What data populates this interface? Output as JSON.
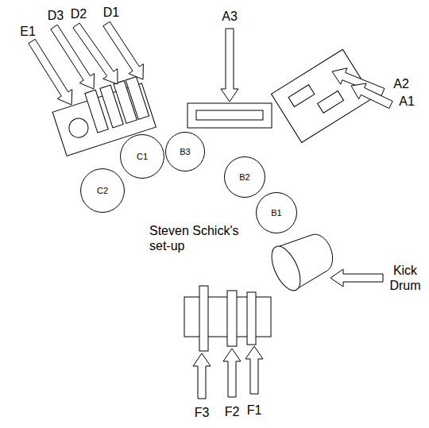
{
  "diagram": {
    "nodes": [
      {
        "text": [
          "B3"
        ]
      },
      {
        "text": [
          "C1"
        ]
      },
      {
        "text": [
          "B2"
        ]
      },
      {
        "text": [
          "C2"
        ]
      },
      {
        "text": [
          "B1"
        ]
      }
    ],
    "labels": [
      "E1",
      "D3",
      "D2",
      "D1",
      "A3",
      "A2",
      "A1",
      "Steven Schick's set-up",
      "Kick Drum",
      "F3",
      "F2",
      "F1"
    ]
  }
}
